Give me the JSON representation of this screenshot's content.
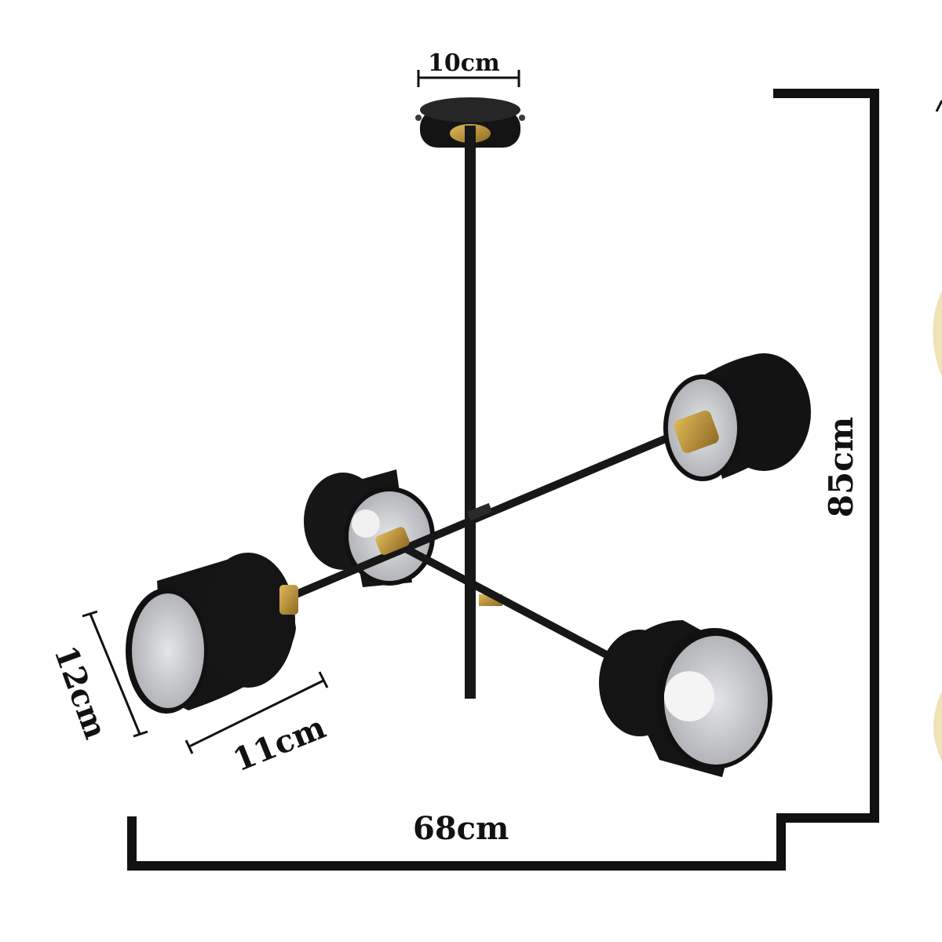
{
  "dimensions": {
    "canopy_width": "10cm",
    "total_width": "68cm",
    "total_height": "85cm",
    "shade_height": "12cm",
    "shade_diameter": "11cm"
  },
  "colors": {
    "lamp_body": "#151515",
    "brass": "#b8903c",
    "shade_inner": "#c9cace",
    "bulb": "#f4f4f4",
    "dimension_lines": "#111111"
  }
}
